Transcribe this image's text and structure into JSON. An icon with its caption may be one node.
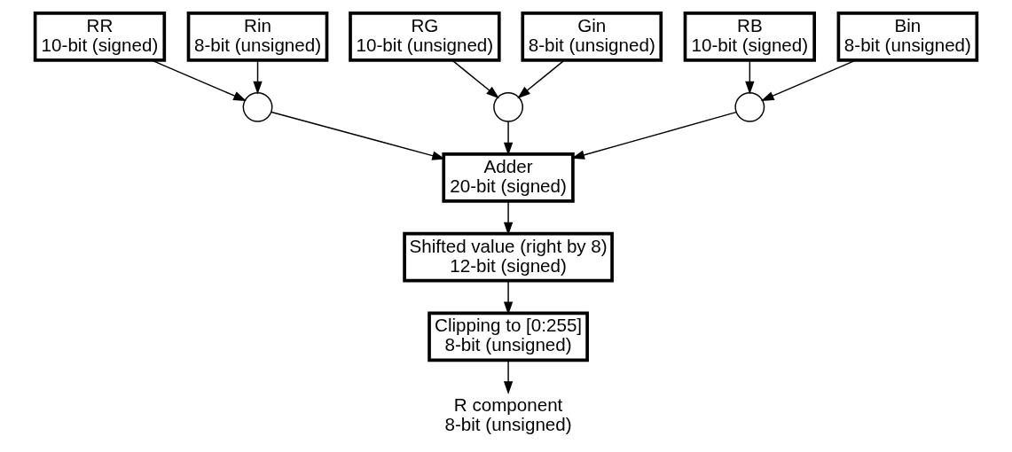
{
  "diagram": {
    "nodes": [
      {
        "text": [
          "RR",
          "10-bit (signed)"
        ]
      },
      {
        "text": [
          "Rin",
          "8-bit (unsigned)"
        ]
      },
      {
        "text": [
          "RG",
          "10-bit (unsigned)"
        ]
      },
      {
        "text": [
          "Gin",
          "8-bit (unsigned)"
        ]
      },
      {
        "text": [
          "RB",
          "10-bit (signed)"
        ]
      },
      {
        "text": [
          "Bin",
          "8-bit (unsigned)"
        ]
      },
      {
        "text": [],
        "shape": "circle"
      },
      {
        "text": [],
        "shape": "circle"
      },
      {
        "text": [],
        "shape": "circle"
      },
      {
        "text": [
          "Adder",
          "20-bit (signed)"
        ]
      },
      {
        "text": [
          "Shifted value (right by 8)",
          "12-bit (signed)"
        ]
      },
      {
        "text": [
          "Clipping to [0:255]",
          "8-bit (unsigned)"
        ]
      },
      {
        "text": [
          "R component",
          "8-bit (unsigned)"
        ]
      }
    ],
    "edges": [
      {
        "from": 0,
        "to": 6,
        "arrow": "to"
      },
      {
        "from": 1,
        "to": 6,
        "arrow": "to"
      },
      {
        "from": 2,
        "to": 7,
        "arrow": "to"
      },
      {
        "from": 3,
        "to": 7,
        "arrow": "to"
      },
      {
        "from": 4,
        "to": 8,
        "arrow": "to"
      },
      {
        "from": 5,
        "to": 8,
        "arrow": "to"
      },
      {
        "from": 6,
        "to": 9,
        "arrow": "to"
      },
      {
        "from": 7,
        "to": 9,
        "arrow": "to"
      },
      {
        "from": 8,
        "to": 9,
        "arrow": "to"
      },
      {
        "from": 9,
        "to": 10,
        "arrow": "to"
      },
      {
        "from": 10,
        "to": 11,
        "arrow": "to"
      },
      {
        "from": 11,
        "to": 12,
        "arrow": "to"
      }
    ]
  }
}
